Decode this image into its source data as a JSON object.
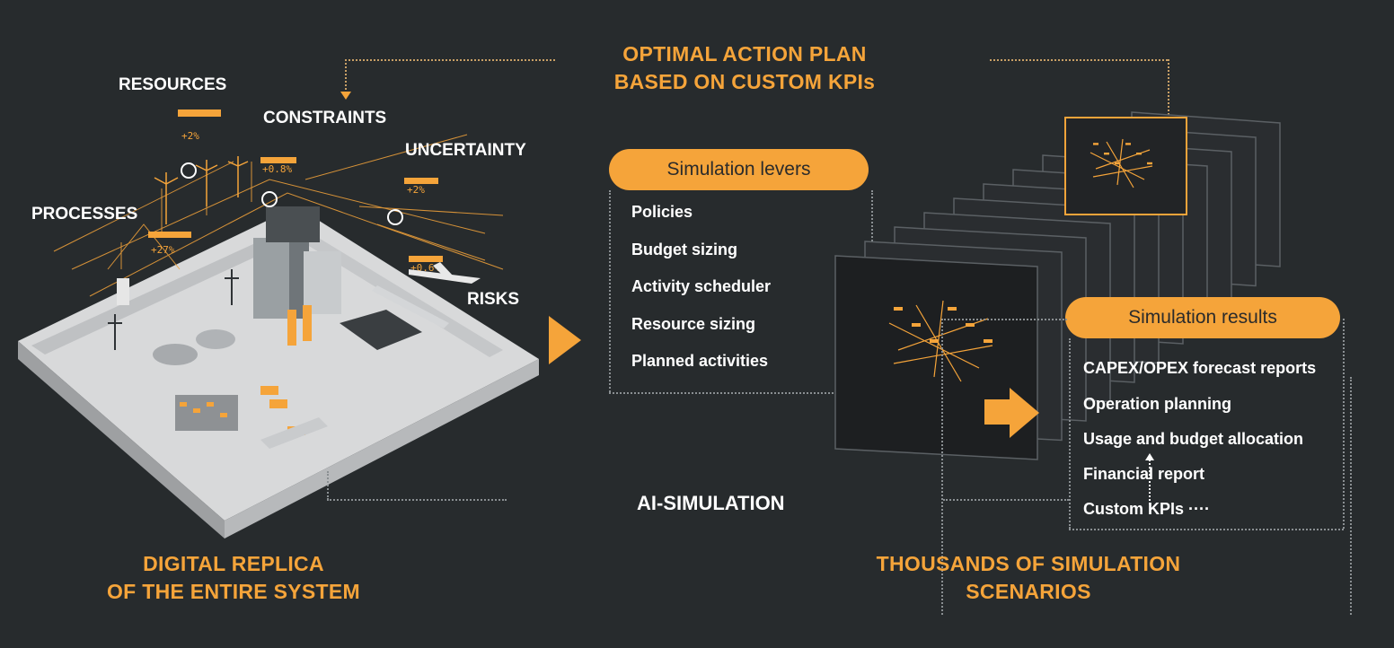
{
  "digital_replica": {
    "title_line1": "DIGITAL REPLICA",
    "title_line2": "OF THE ENTIRE SYSTEM",
    "labels": {
      "resources": "RESOURCES",
      "constraints": "CONSTRAINTS",
      "uncertainty": "UNCERTAINTY",
      "processes": "PROCESSES",
      "risks": "RISKS"
    },
    "indicators": [
      "+2%",
      "+0.8%",
      "+2%",
      "+27%",
      "+0.6%"
    ]
  },
  "action_plan": {
    "line1": "OPTIMAL ACTION PLAN",
    "line2": "BASED ON CUSTOM KPIs"
  },
  "ai_simulation": "AI-SIMULATION",
  "levers": {
    "title": "Simulation levers",
    "items": [
      "Policies",
      "Budget sizing",
      "Activity scheduler",
      "Resource sizing",
      "Planned activities"
    ]
  },
  "results": {
    "title": "Simulation results",
    "items": [
      "CAPEX/OPEX forecast reports",
      "Operation planning",
      "Usage and budget allocation",
      "Financial report",
      "Custom KPIs ····"
    ]
  },
  "scenarios": {
    "line1": "THOUSANDS OF SIMULATION",
    "line2": "SCENARIOS"
  },
  "colors": {
    "background": "#272b2d",
    "accent": "#f5a43a",
    "text": "#ffffff"
  }
}
